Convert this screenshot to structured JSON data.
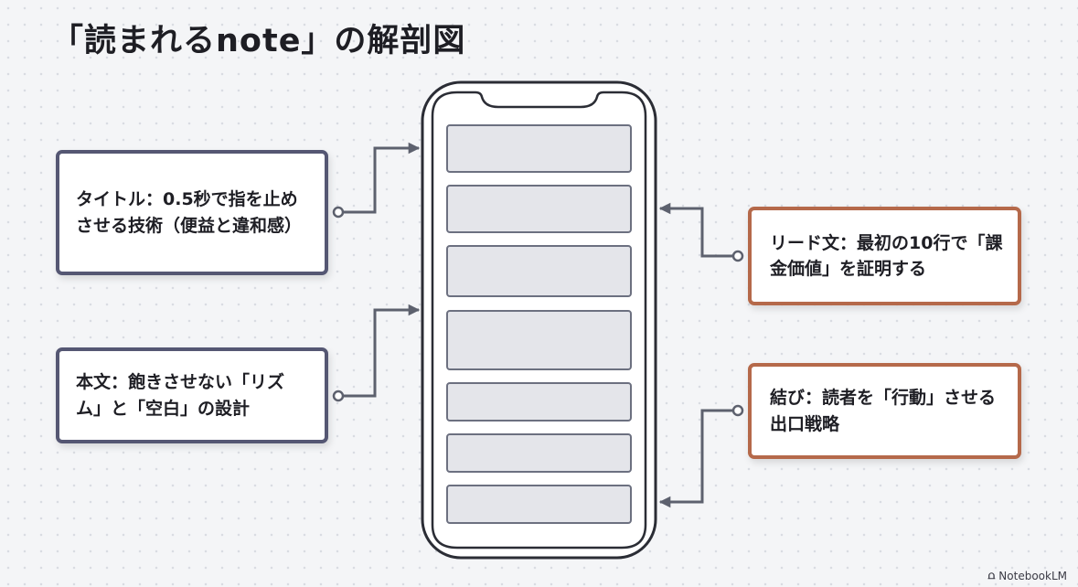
{
  "title": "「読まれるnote」の解剖図",
  "callouts": {
    "title_part": "タイトル：0.5秒で指を止めさせる技術（便益と違和感）",
    "body_part": "本文：飽きさせない「リズム」と「空白」の設計",
    "lead_part": "リード文：最初の10行で「課金価値」を証明する",
    "closing_part": "結び：読者を「行動」させる出口戦略"
  },
  "colors": {
    "left_border": "#555773",
    "right_border": "#b5694a",
    "connector": "#5d616e",
    "block_fill": "#e4e5ea"
  },
  "brand": {
    "icon": "notebooklm-logo-icon",
    "text": "NotebookLM"
  }
}
